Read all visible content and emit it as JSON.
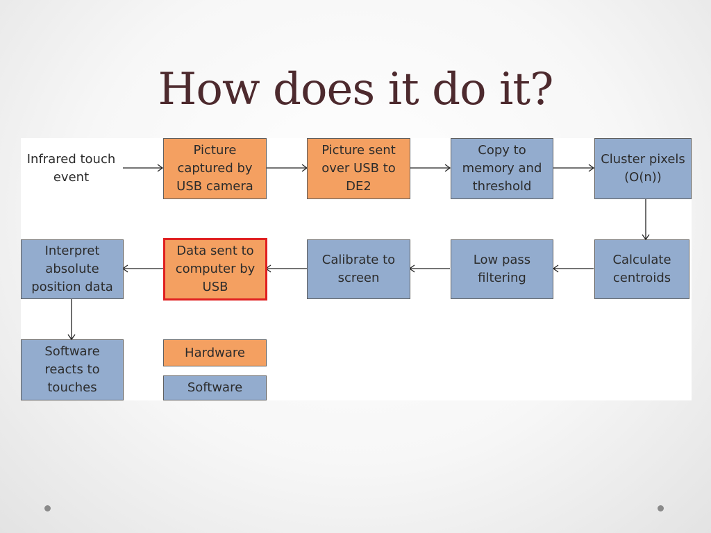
{
  "title": "How does it do it?",
  "nodes": {
    "infrared": "Infrared touch event",
    "picture_captured": "Picture captured by USB camera",
    "picture_sent": "Picture sent over USB to DE2",
    "copy_memory": "Copy to memory and threshold",
    "cluster": "Cluster pixels (O(n))",
    "centroids": "Calculate centroids",
    "low_pass": "Low pass filtering",
    "calibrate": "Calibrate to screen",
    "data_sent": "Data sent to computer by USB",
    "interpret": "Interpret absolute position data",
    "software_reacts": "Software reacts to touches"
  },
  "legend": {
    "hardware": "Hardware",
    "software": "Software"
  },
  "colors": {
    "hardware": "#f4a061",
    "software": "#93acce",
    "highlight": "#e02020",
    "title": "#4d2a2e"
  }
}
